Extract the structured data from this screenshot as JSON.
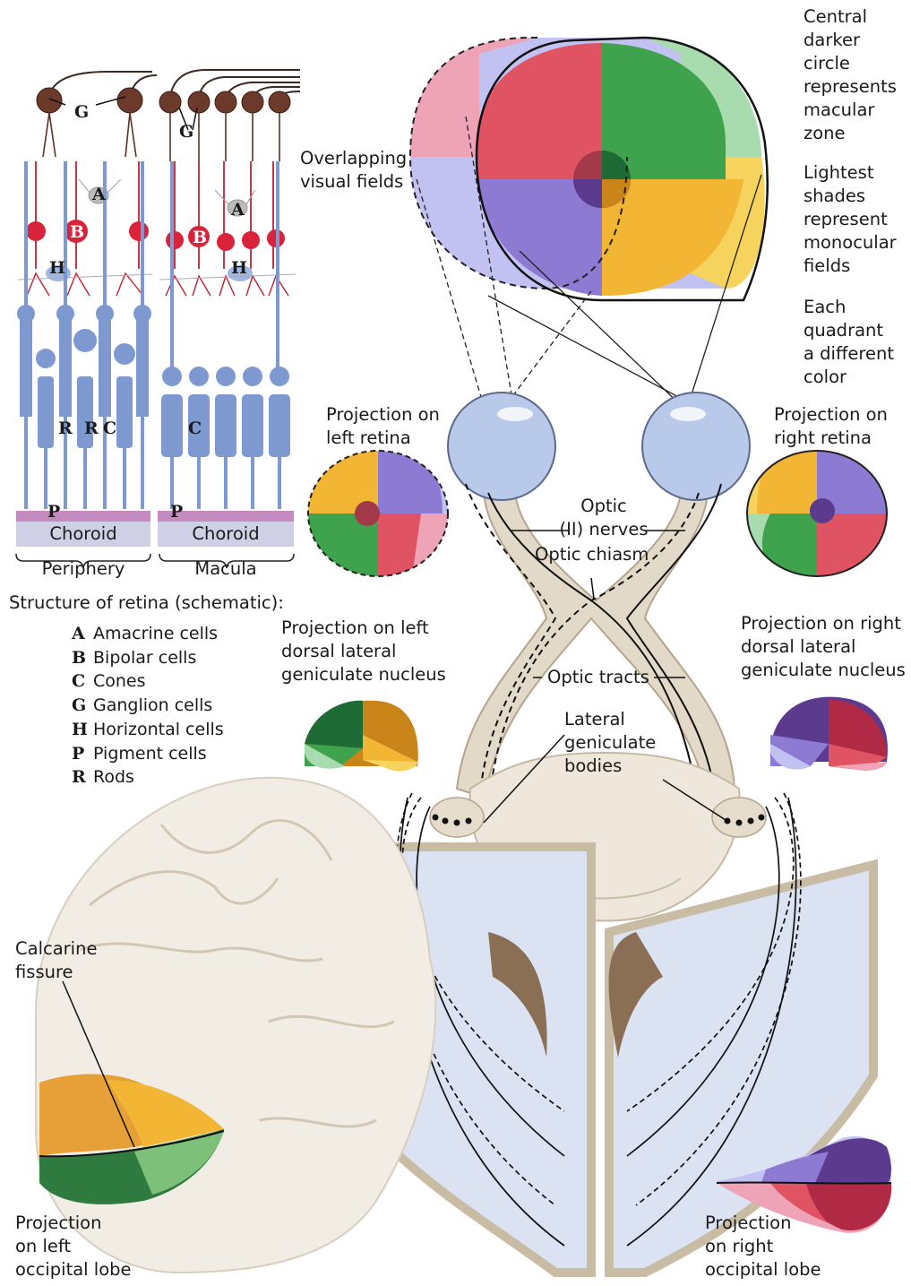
{
  "retina": {
    "choroid_left": "Choroid",
    "choroid_right": "Choroid",
    "periphery": "Periphery",
    "macula": "Macula",
    "letters": {
      "g1": "G",
      "g2": "G",
      "a1": "A",
      "a2": "A",
      "b1": "B",
      "b2": "B",
      "h1": "H",
      "h2": "H",
      "r1": "R",
      "r2": "R",
      "c1": "C",
      "c2": "C",
      "p1": "P",
      "p2": "P"
    },
    "structure_title": "Structure of retina (schematic):",
    "legend": [
      {
        "key": "A",
        "label": "Amacrine cells"
      },
      {
        "key": "B",
        "label": "Bipolar cells"
      },
      {
        "key": "C",
        "label": "Cones"
      },
      {
        "key": "G",
        "label": "Ganglion cells"
      },
      {
        "key": "H",
        "label": "Horizontal cells"
      },
      {
        "key": "P",
        "label": "Pigment cells"
      },
      {
        "key": "R",
        "label": "Rods"
      }
    ]
  },
  "labels": {
    "overlapping": "Overlapping\nvisual fields",
    "central": "Central\ndarker\ncircle\nrepresents\nmacular\nzone",
    "lightest": "Lightest\nshades\nrepresent\nmonocular\nfields",
    "each_quadrant": "Each\nquadrant\na different\ncolor",
    "proj_left_retina": "Projection on\nleft retina",
    "proj_right_retina": "Projection on\nright retina",
    "optic_nerves": "Optic\n(II) nerves",
    "optic_chiasm": "Optic chiasm",
    "proj_left_lgn": "Projection on left\ndorsal lateral\ngeniculate nucleus",
    "proj_right_lgn": "Projection on right\ndorsal lateral\ngeniculate nucleus",
    "optic_tracts": "Optic tracts",
    "lateral_geniculate": "Lateral\ngeniculate\nbodies",
    "calcarine": "Calcarine\nfissure",
    "proj_left_occipital": "Projection\non left\noccipital lobe",
    "proj_right_occipital": "Projection\non right\noccipital lobe"
  },
  "colors": {
    "red": "#e05362",
    "green": "#3fa34d",
    "yellow": "#f2b534",
    "purple": "#8d7bd3",
    "pink_light": "#eea3b6",
    "green_light": "#a8dcae",
    "blue_light": "#c2c2f2",
    "yellow_light": "#f5d35c",
    "eye_blue": "#b9c9ea",
    "rod_blue": "#7d99d0",
    "neuron_red": "#d8233a",
    "ganglion_brown": "#6b3a2a",
    "choroid": "#cfd0e6",
    "pigment": "#c58ac0",
    "brain_tan": "#d8cbb4",
    "section_blue": "#dbe3f2"
  }
}
